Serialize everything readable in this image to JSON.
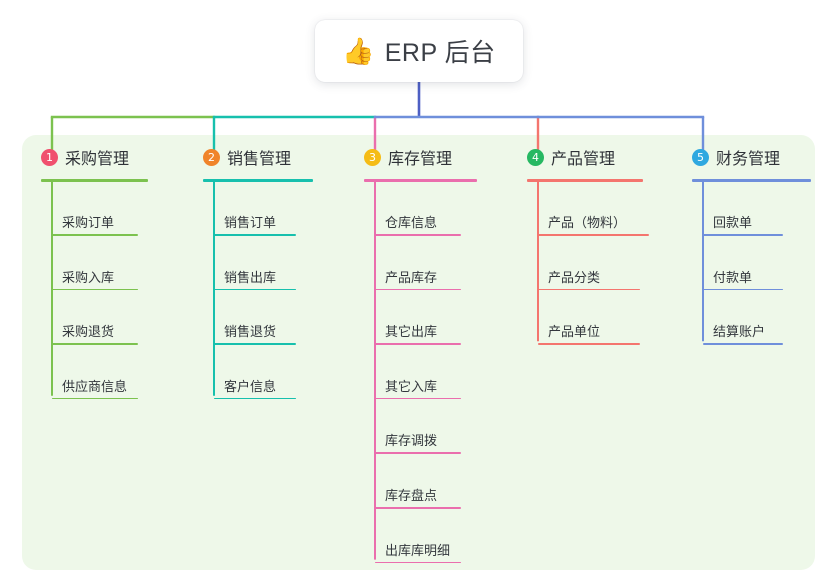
{
  "root": {
    "icon": "thumbs-up-icon",
    "emoji": "👍",
    "title": "ERP 后台"
  },
  "palette": {
    "panel_bg": "#eef8e9",
    "page_bg": "#ffffff",
    "trunk": "#4d5fc4",
    "col1": "#7cc24f",
    "col2": "#17c0ad",
    "col3": "#ea6ead",
    "col4": "#f4756e",
    "col5": "#6f8fdb",
    "badge1": "#f0506e",
    "badge2": "#f0842a",
    "badge3": "#f5bc16",
    "badge4": "#26b862",
    "badge5": "#2fa8e0"
  },
  "columns": [
    {
      "index": "1",
      "badge": "1",
      "badge_color": "#f0506e",
      "title": "采购管理",
      "line_color": "#7cc24f",
      "items": [
        {
          "label": "采购订单"
        },
        {
          "label": "采购入库"
        },
        {
          "label": "采购退货"
        },
        {
          "label": "供应商信息"
        }
      ]
    },
    {
      "index": "2",
      "badge": "2",
      "badge_color": "#f0842a",
      "title": "销售管理",
      "line_color": "#17c0ad",
      "items": [
        {
          "label": "销售订单"
        },
        {
          "label": "销售出库"
        },
        {
          "label": "销售退货"
        },
        {
          "label": "客户信息"
        }
      ]
    },
    {
      "index": "3",
      "badge": "3",
      "badge_color": "#f5bc16",
      "title": "库存管理",
      "line_color": "#ea6ead",
      "items": [
        {
          "label": "仓库信息"
        },
        {
          "label": "产品库存"
        },
        {
          "label": "其它出库"
        },
        {
          "label": "其它入库"
        },
        {
          "label": "库存调拨"
        },
        {
          "label": "库存盘点"
        },
        {
          "label": "出库库明细"
        }
      ]
    },
    {
      "index": "4",
      "badge": "4",
      "badge_color": "#26b862",
      "title": "产品管理",
      "line_color": "#f4756e",
      "items": [
        {
          "label": "产品（物料）"
        },
        {
          "label": "产品分类"
        },
        {
          "label": "产品单位"
        }
      ]
    },
    {
      "index": "5",
      "badge": "5",
      "badge_color": "#2fa8e0",
      "title": "财务管理",
      "line_color": "#6f8fdb",
      "items": [
        {
          "label": "回款单"
        },
        {
          "label": "付款单"
        },
        {
          "label": "结算账户"
        }
      ]
    }
  ]
}
